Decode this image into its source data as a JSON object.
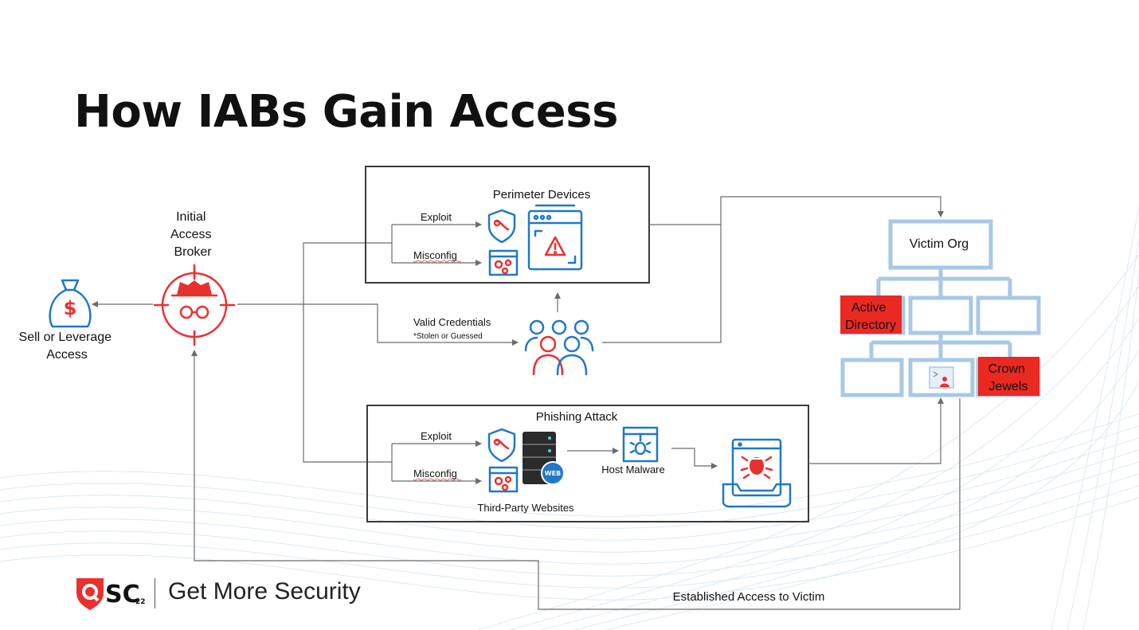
{
  "title": "How IABs Gain Access",
  "broker": {
    "lines": [
      "Initial",
      "Access",
      "Broker"
    ]
  },
  "sell": {
    "lines": [
      "Sell or Leverage",
      "Access"
    ]
  },
  "perimeter": {
    "title": "Perimeter Devices",
    "exploit": "Exploit",
    "misconfig": "Misconfig"
  },
  "credentials": {
    "label": "Valid Credentials",
    "note": "*Stolen or Guessed"
  },
  "phishing": {
    "title": "Phishing Attack",
    "exploit": "Exploit",
    "misconfig": "Misconfig",
    "websites": "Third-Party Websites",
    "host_malware": "Host Malware",
    "web_badge": "WEB"
  },
  "victim": {
    "title": "Victim Org",
    "active_directory": [
      "Active",
      "Directory"
    ],
    "crown_jewels": [
      "Crown",
      "Jewels"
    ]
  },
  "established": "Established Access to Victim",
  "footer": {
    "logo_text": "SC",
    "logo_sup": "22",
    "tagline": "Get More Security"
  },
  "colors": {
    "accent_red": "#e8312f",
    "icon_blue": "#1f78c8",
    "tree_blue": "#a9c8e6",
    "highlight_red": "#ea2a22"
  }
}
